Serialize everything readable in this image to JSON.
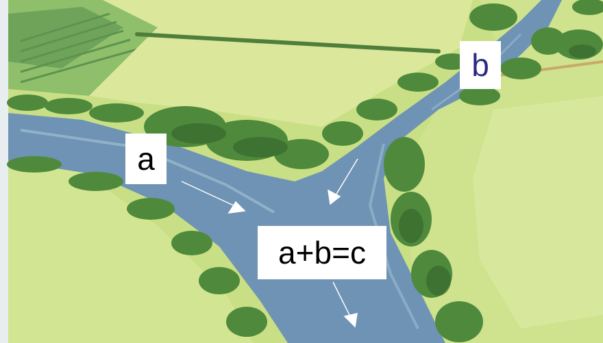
{
  "labels": {
    "a": "a",
    "b": "b",
    "sum": "a+b=c"
  },
  "colors": {
    "field_light": "#d9e8a0",
    "field_mid": "#b9d46e",
    "field_dark": "#7fae55",
    "river": "#6f93b4",
    "river_light": "#9fbdd2",
    "trees": "#4f8a3c",
    "trees_dark": "#2f5f2a",
    "b_label_text": "#2a2a80"
  }
}
